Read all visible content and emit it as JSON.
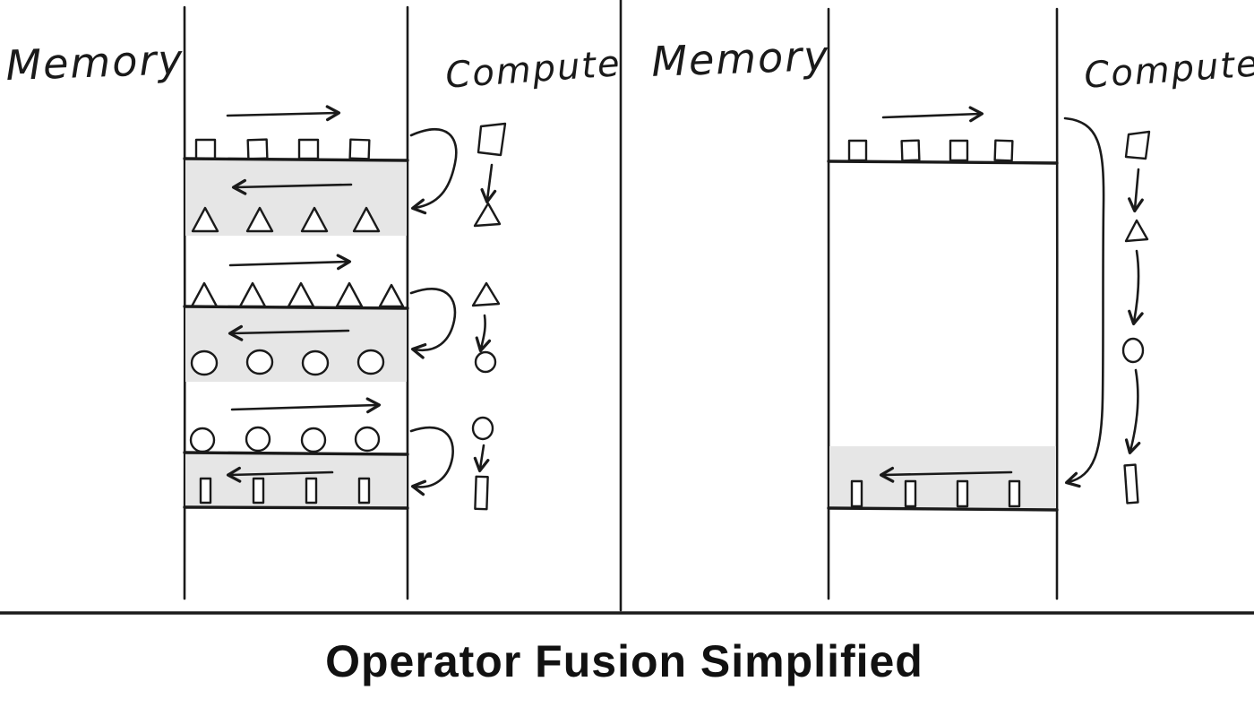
{
  "title": "Operator Fusion Simplified",
  "left_panel": {
    "memory_label": "Memory",
    "compute_label": "Compute",
    "operations": [
      {
        "reads": "square",
        "computes": "triangle",
        "writes": "triangle"
      },
      {
        "reads": "triangle",
        "computes": "circle",
        "writes": "circle"
      },
      {
        "reads": "circle",
        "computes": "bar",
        "writes": "bar"
      }
    ]
  },
  "right_panel": {
    "memory_label": "Memory",
    "compute_label": "Compute",
    "fused_chain": [
      "square",
      "triangle",
      "circle",
      "bar"
    ]
  },
  "colors": {
    "ink": "#1a1a1a",
    "band_fill": "#e6e6e6",
    "background": "#ffffff",
    "title_color": "#111111"
  }
}
